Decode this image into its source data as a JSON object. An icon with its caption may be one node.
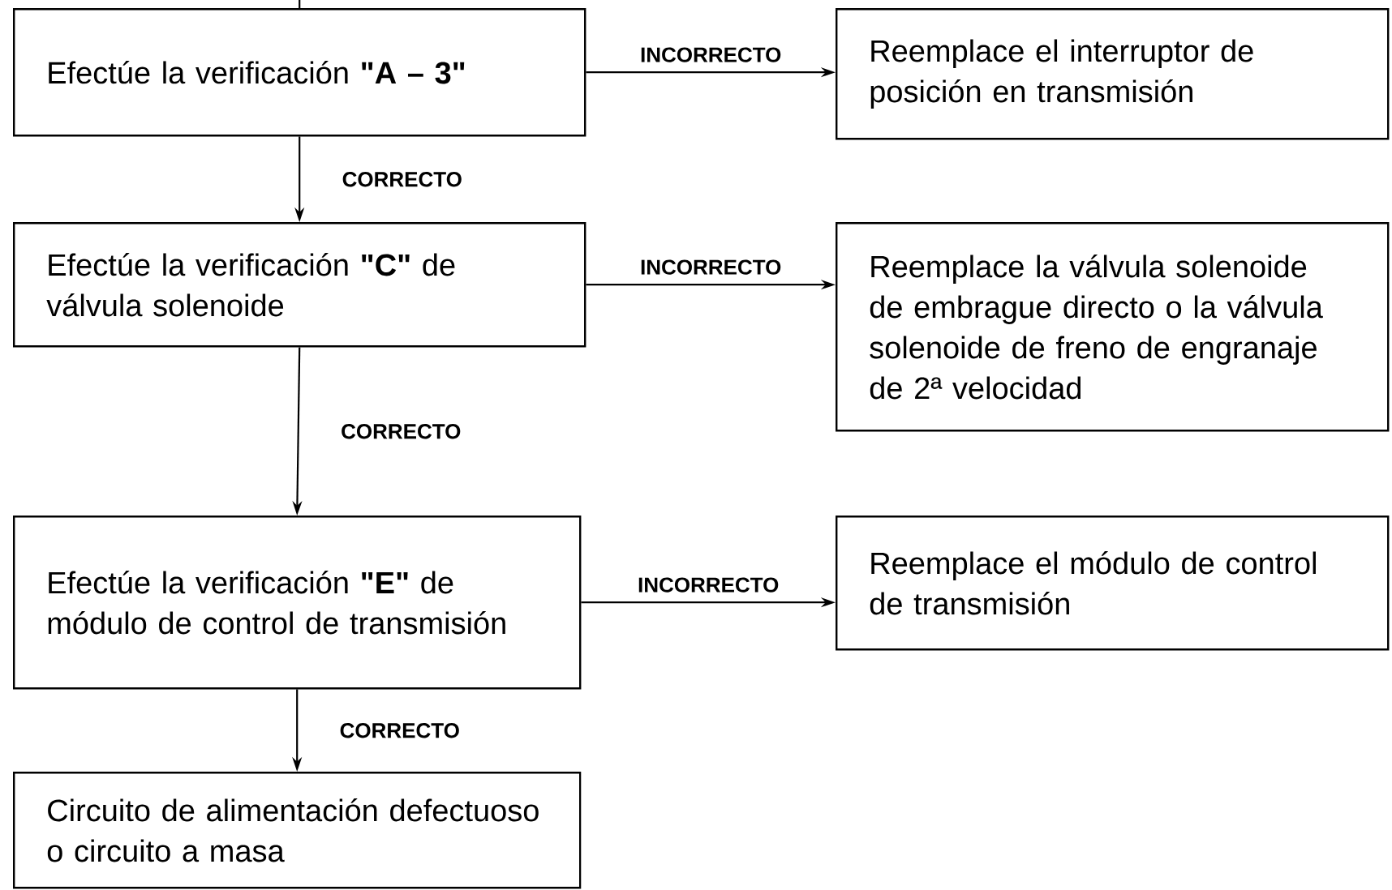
{
  "diagram": {
    "nodes": [
      {
        "text": [
          "Efectúe la verificación **\"A – 3\"**"
        ]
      },
      {
        "text": [
          "Reemplace el interruptor de posición en transmisión"
        ]
      },
      {
        "text": [
          "Efectúe la verificación **\"C\"** de válvula solenoide"
        ]
      },
      {
        "text": [
          "Reemplace la válvula solenoide de embrague directo o la válvula solenoide de freno de engranaje de 2ª velocidad"
        ]
      },
      {
        "text": [
          "Efectúe la verificación **\"E\"** de módulo de control de transmisión"
        ]
      },
      {
        "text": [
          "Reemplace el módulo de control de transmisión"
        ]
      },
      {
        "text": [
          "Circuito de alimentación defectuoso o circuito a masa"
        ]
      }
    ],
    "edges": [
      {
        "from": null,
        "to": 0,
        "arrow": "none"
      },
      {
        "from": 0,
        "to": 1,
        "arrow": "to",
        "label": "INCORRECTO"
      },
      {
        "from": 0,
        "to": 2,
        "arrow": "to",
        "label": "CORRECTO"
      },
      {
        "from": 2,
        "to": 3,
        "arrow": "to",
        "label": "INCORRECTO"
      },
      {
        "from": 2,
        "to": 4,
        "arrow": "to",
        "label": "CORRECTO"
      },
      {
        "from": 4,
        "to": 5,
        "arrow": "to",
        "label": "INCORRECTO"
      },
      {
        "from": 4,
        "to": 6,
        "arrow": "to",
        "label": "CORRECTO"
      }
    ]
  }
}
